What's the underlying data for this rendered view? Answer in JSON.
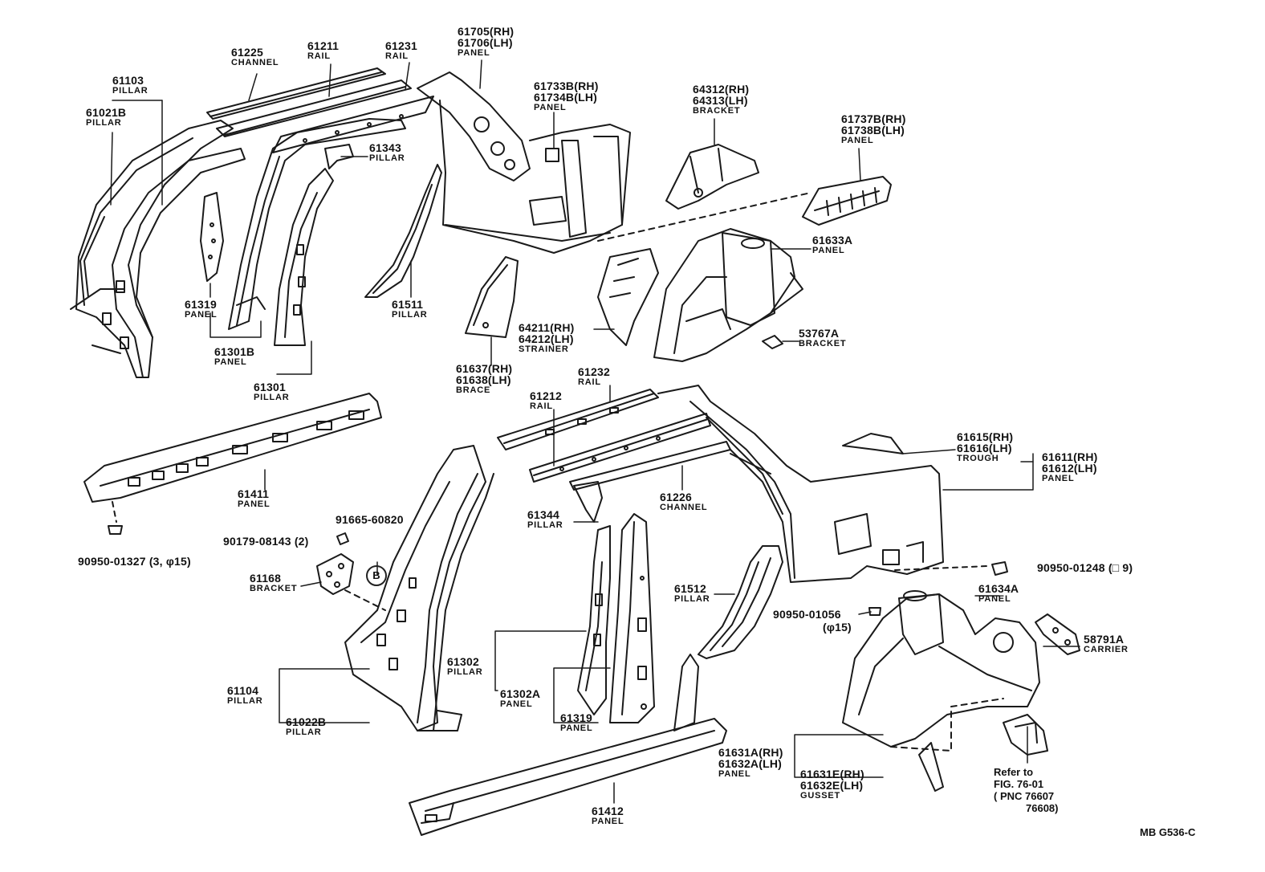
{
  "parts": [
    {
      "id": "p61225",
      "num": "61225",
      "desc": "CHANNEL"
    },
    {
      "id": "p61211",
      "num": "61211",
      "desc": "RAIL"
    },
    {
      "id": "p61231",
      "num": "61231",
      "desc": "RAIL"
    },
    {
      "id": "p61705",
      "num": "61705(RH)",
      "num2": "61706(LH)",
      "desc": "PANEL"
    },
    {
      "id": "p61103",
      "num": "61103",
      "desc": "PILLAR"
    },
    {
      "id": "p61021",
      "num": "61021B",
      "desc": "PILLAR"
    },
    {
      "id": "p61733",
      "num": "61733B(RH)",
      "num2": "61734B(LH)",
      "desc": "PANEL"
    },
    {
      "id": "p64312",
      "num": "64312(RH)",
      "num2": "64313(LH)",
      "desc": "BRACKET"
    },
    {
      "id": "p61737",
      "num": "61737B(RH)",
      "num2": "61738B(LH)",
      "desc": "PANEL"
    },
    {
      "id": "p61343",
      "num": "61343",
      "desc": "PILLAR"
    },
    {
      "id": "p61633",
      "num": "61633A",
      "desc": "PANEL"
    },
    {
      "id": "p61319a",
      "num": "61319",
      "desc": "PANEL"
    },
    {
      "id": "p61511",
      "num": "61511",
      "desc": "PILLAR"
    },
    {
      "id": "p64211",
      "num": "64211(RH)",
      "num2": "64212(LH)",
      "desc": "STRAINER"
    },
    {
      "id": "p53767",
      "num": "53767A",
      "desc": "BRACKET"
    },
    {
      "id": "p61301b",
      "num": "61301B",
      "desc": "PANEL"
    },
    {
      "id": "p61637",
      "num": "61637(RH)",
      "num2": "61638(LH)",
      "desc": "BRACE"
    },
    {
      "id": "p61301",
      "num": "61301",
      "desc": "PILLAR"
    },
    {
      "id": "p61232",
      "num": "61232",
      "desc": "RAIL"
    },
    {
      "id": "p61212",
      "num": "61212",
      "desc": "RAIL"
    },
    {
      "id": "p61615",
      "num": "61615(RH)",
      "num2": "61616(LH)",
      "desc": "TROUGH"
    },
    {
      "id": "p61611",
      "num": "61611(RH)",
      "num2": "61612(LH)",
      "desc": "PANEL"
    },
    {
      "id": "p61411",
      "num": "61411",
      "desc": "PANEL"
    },
    {
      "id": "p61226",
      "num": "61226",
      "desc": "CHANNEL"
    },
    {
      "id": "p61344",
      "num": "61344",
      "desc": "PILLAR"
    },
    {
      "id": "p61168",
      "num": "61168",
      "desc": "BRACKET"
    },
    {
      "id": "p61512",
      "num": "61512",
      "desc": "PILLAR"
    },
    {
      "id": "p61634",
      "num": "61634A",
      "desc": "PANEL"
    },
    {
      "id": "p58791",
      "num": "58791A",
      "desc": "CARRIER"
    },
    {
      "id": "p61302",
      "num": "61302",
      "desc": "PILLAR"
    },
    {
      "id": "p61104",
      "num": "61104",
      "desc": "PILLAR"
    },
    {
      "id": "p61302a",
      "num": "61302A",
      "desc": "PANEL"
    },
    {
      "id": "p61319b",
      "num": "61319",
      "desc": "PANEL"
    },
    {
      "id": "p61022",
      "num": "61022B",
      "desc": "PILLAR"
    },
    {
      "id": "p61631a",
      "num": "61631A(RH)",
      "num2": "61632A(LH)",
      "desc": "PANEL"
    },
    {
      "id": "p61631e",
      "num": "61631E(RH)",
      "num2": "61632E(LH)",
      "desc": "GUSSET"
    },
    {
      "id": "p61412",
      "num": "61412",
      "desc": "PANEL"
    }
  ],
  "fasteners": {
    "f1": "91665-60820",
    "f2": "90179-08143 (2)",
    "f3": "90950-01327 (3, φ15)",
    "f4": "90950-01248 (□ 9)",
    "f5": "90950-01056",
    "f5b": "(φ15)"
  },
  "callout": "B",
  "reference": {
    "line1": "Refer to",
    "line2": "FIG. 76-01",
    "line3": "( PNC 76607",
    "line4": "76608)"
  },
  "figure_code": "MB G536-C",
  "colors": {
    "ink": "#1a1a1a",
    "paper": "#ffffff"
  }
}
